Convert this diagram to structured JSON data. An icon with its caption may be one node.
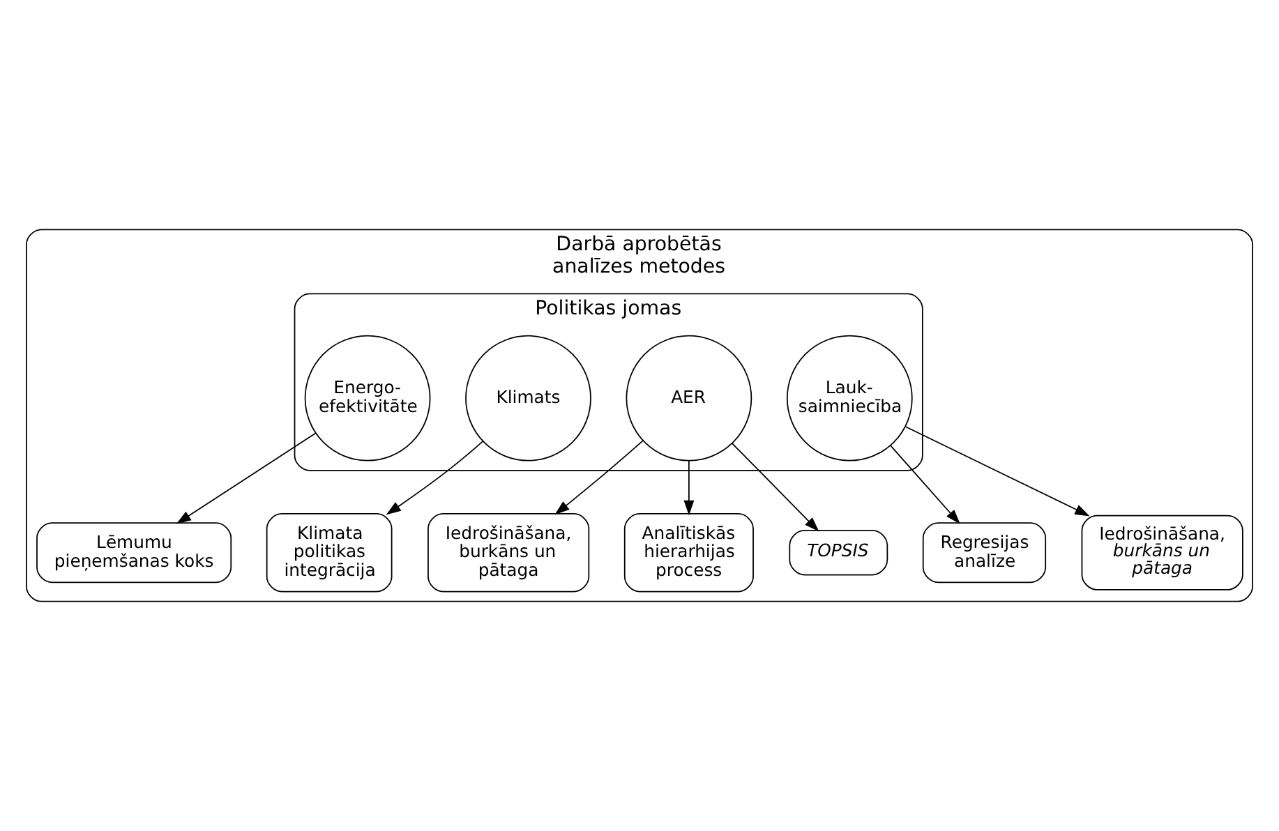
{
  "diagram": {
    "nodes": [
      {
        "text": [
          "Darbā aprobētās analīzes metodes"
        ]
      },
      {
        "text": [
          "Politikas jomas"
        ],
        "in": 0
      },
      {
        "text": [
          "Energo- efektivitāte"
        ],
        "in": 1
      },
      {
        "text": [
          "Klimats"
        ],
        "in": 1
      },
      {
        "text": [
          "AER"
        ],
        "in": 1
      },
      {
        "text": [
          "Lauk- saimniecība"
        ],
        "in": 1
      },
      {
        "text": [
          "Lēmumu pieņemšanas koks"
        ],
        "in": 0
      },
      {
        "text": [
          "Klimata politikas integrācija"
        ],
        "in": 0
      },
      {
        "text": [
          "Iedrošināšana, burkāns un pātaga"
        ],
        "in": 0
      },
      {
        "text": [
          "Regresijas analīze"
        ],
        "in": 0
      },
      {
        "text": [
          "Analītiskās hierarhijas process"
        ],
        "in": 0
      },
      {
        "text": [
          "TOPSIS"
        ],
        "in": 0
      },
      {
        "text": [
          "Iedrošināšana, *burkāns un pātaga*"
        ],
        "in": 0
      }
    ],
    "edges": [
      {
        "from": 2,
        "to": 6,
        "arrow": "to"
      },
      {
        "from": 3,
        "to": 7,
        "arrow": "to"
      },
      {
        "from": 4,
        "to": 8,
        "arrow": "to"
      },
      {
        "from": 5,
        "to": 9,
        "arrow": "to"
      },
      {
        "from": 4,
        "to": 10,
        "arrow": "to"
      },
      {
        "from": 4,
        "to": 11,
        "arrow": "to"
      },
      {
        "from": 5,
        "to": 12,
        "arrow": "to"
      }
    ]
  }
}
